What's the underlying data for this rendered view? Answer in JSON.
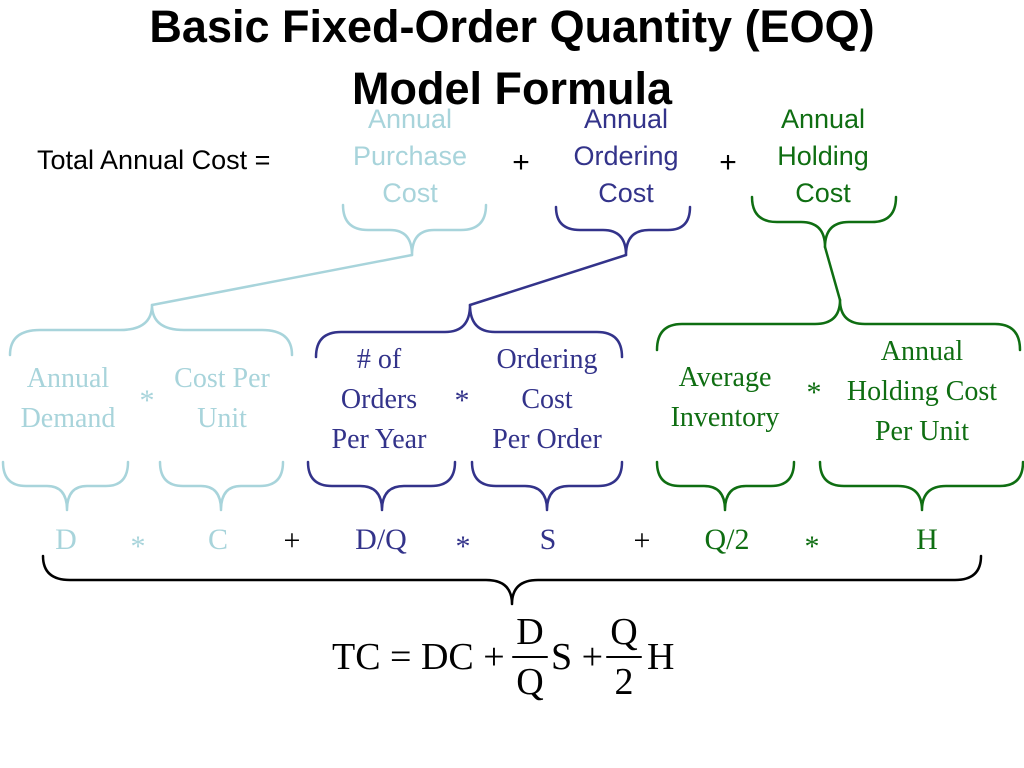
{
  "title": {
    "line1": "Basic Fixed-Order Quantity (EOQ)",
    "line2": "Model Formula"
  },
  "top_row": {
    "total_label": "Total Annual Cost  =",
    "plus": "+",
    "purchase": [
      "Annual",
      "Purchase",
      "Cost"
    ],
    "ordering": [
      "Annual",
      "Ordering",
      "Cost"
    ],
    "holding": [
      "Annual",
      "Holding",
      "Cost"
    ]
  },
  "middle_row": {
    "times": "*",
    "annual_demand": [
      "Annual",
      "Demand"
    ],
    "cost_per_unit": [
      "Cost Per",
      "Unit"
    ],
    "orders_per_year": [
      "# of",
      "Orders",
      "Per Year"
    ],
    "ordering_cost_per_order": [
      "Ordering",
      "Cost",
      "Per Order"
    ],
    "average_inventory": [
      "Average",
      "Inventory"
    ],
    "holding_cost_per_unit": [
      "Annual",
      "Holding Cost",
      "Per Unit"
    ]
  },
  "symbol_row": {
    "d": "D",
    "c": "C",
    "dq": "D/Q",
    "s": "S",
    "q2": "Q/2",
    "h": "H",
    "times": "*",
    "plus": "+"
  },
  "formula": {
    "tc_dc": "TC = DC +",
    "frac1_num": "D",
    "frac1_den": "Q",
    "s_plus": "S +",
    "frac2_num": "Q",
    "frac2_den": "2",
    "h": "H"
  },
  "colors": {
    "purchase": "#a8d4db",
    "ordering": "#33338a",
    "holding": "#0f6e12",
    "text": "#000000"
  }
}
